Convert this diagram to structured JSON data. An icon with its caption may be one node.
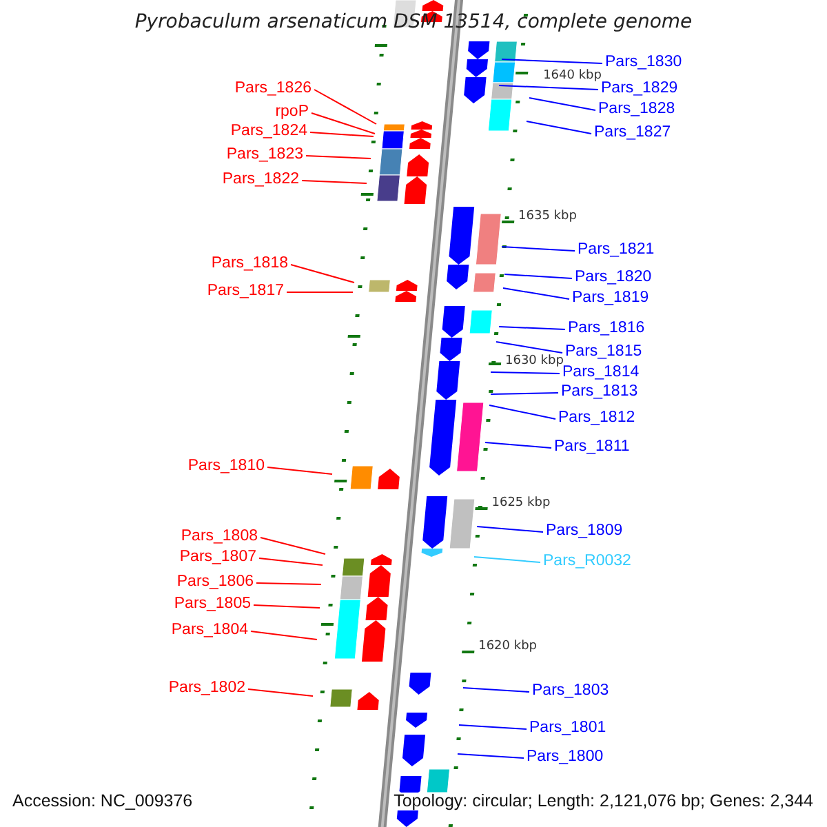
{
  "diagram": {
    "title": "Pyrobaculum arsenaticum DSM 13514, complete genome",
    "nodes": [
      {
        "text": [
          "Pars_1830"
        ]
      },
      {
        "text": [
          "Pars_1826"
        ]
      },
      {
        "text": [
          "Pars_1829"
        ]
      },
      {
        "text": [
          "Pars_1828"
        ]
      },
      {
        "text": [
          "rpoP"
        ]
      },
      {
        "text": [
          "Pars_1824"
        ]
      },
      {
        "text": [
          "Pars_1827"
        ]
      },
      {
        "text": [
          "Pars_1823"
        ]
      },
      {
        "text": [
          "Pars_1822"
        ]
      },
      {
        "text": [
          "Pars_1821"
        ]
      },
      {
        "text": [
          "Pars_1818"
        ]
      },
      {
        "text": [
          "Pars_1820"
        ]
      },
      {
        "text": [
          "Pars_1817"
        ]
      },
      {
        "text": [
          "Pars_1819"
        ]
      },
      {
        "text": [
          "Pars_1816"
        ]
      },
      {
        "text": [
          "Pars_1815"
        ]
      },
      {
        "text": [
          "Pars_1814"
        ]
      },
      {
        "text": [
          "Pars_1813"
        ]
      },
      {
        "text": [
          "Pars_1812"
        ]
      },
      {
        "text": [
          "Pars_1811"
        ]
      },
      {
        "text": [
          "Pars_1810"
        ]
      },
      {
        "text": [
          "Pars_1809"
        ]
      },
      {
        "text": [
          "Pars_1808"
        ]
      },
      {
        "text": [
          "Pars_1807"
        ]
      },
      {
        "text": [
          "Pars_R0032"
        ]
      },
      {
        "text": [
          "Pars_1806"
        ]
      },
      {
        "text": [
          "Pars_1805"
        ]
      },
      {
        "text": [
          "Pars_1804"
        ]
      },
      {
        "text": [
          "Pars_1802"
        ]
      },
      {
        "text": [
          "Pars_1803"
        ]
      },
      {
        "text": [
          "Pars_1801"
        ]
      },
      {
        "text": [
          "Pars_1800"
        ]
      }
    ],
    "edges": [
      {
        "from": 0,
        "to": null,
        "arrow": "none"
      },
      {
        "from": 1,
        "to": null,
        "arrow": "none",
        "color": "#ff0000"
      },
      {
        "from": 2,
        "to": null,
        "arrow": "none"
      },
      {
        "from": 3,
        "to": null,
        "arrow": "none"
      },
      {
        "from": 4,
        "to": null,
        "arrow": "none",
        "color": "#ff0000"
      },
      {
        "from": 5,
        "to": null,
        "arrow": "none",
        "color": "#ff0000"
      },
      {
        "from": 6,
        "to": null,
        "arrow": "none"
      },
      {
        "from": 7,
        "to": null,
        "arrow": "none",
        "color": "#ff0000"
      },
      {
        "from": 8,
        "to": null,
        "arrow": "none",
        "color": "#ff0000"
      },
      {
        "from": 9,
        "to": null,
        "arrow": "none"
      },
      {
        "from": 10,
        "to": null,
        "arrow": "none",
        "color": "#ff0000"
      },
      {
        "from": 11,
        "to": null,
        "arrow": "none"
      },
      {
        "from": 12,
        "to": null,
        "arrow": "none",
        "color": "#ff0000"
      },
      {
        "from": 13,
        "to": null,
        "arrow": "none"
      },
      {
        "from": 14,
        "to": null,
        "arrow": "none"
      },
      {
        "from": 15,
        "to": null,
        "arrow": "none"
      },
      {
        "from": 16,
        "to": null,
        "arrow": "none"
      },
      {
        "from": 17,
        "to": null,
        "arrow": "none"
      },
      {
        "from": 18,
        "to": null,
        "arrow": "none"
      },
      {
        "from": 19,
        "to": null,
        "arrow": "none"
      },
      {
        "from": 20,
        "to": null,
        "arrow": "none",
        "color": "#ff0000"
      },
      {
        "from": 21,
        "to": null,
        "arrow": "none"
      },
      {
        "from": 22,
        "to": null,
        "arrow": "none",
        "color": "#ff0000"
      },
      {
        "from": 23,
        "to": null,
        "arrow": "none",
        "color": "#ff0000"
      },
      {
        "from": 24,
        "to": null,
        "arrow": "none",
        "color": "#33ccff"
      },
      {
        "from": 25,
        "to": null,
        "arrow": "none",
        "color": "#ff0000"
      },
      {
        "from": 26,
        "to": null,
        "arrow": "none",
        "color": "#ff0000"
      },
      {
        "from": 27,
        "to": null,
        "arrow": "none",
        "color": "#ff0000"
      },
      {
        "from": 28,
        "to": null,
        "arrow": "none",
        "color": "#ff0000"
      },
      {
        "from": 29,
        "to": null,
        "arrow": "none"
      },
      {
        "from": 30,
        "to": null,
        "arrow": "none"
      },
      {
        "from": 31,
        "to": null,
        "arrow": "none"
      }
    ],
    "labels": [
      "1640 kbp",
      "1635 kbp",
      "1630 kbp",
      "1625 kbp",
      "1620 kbp",
      "Accession: NC_009376",
      "Topology: circular; Length: 2,121,076 bp; Genes: 2,344"
    ]
  }
}
